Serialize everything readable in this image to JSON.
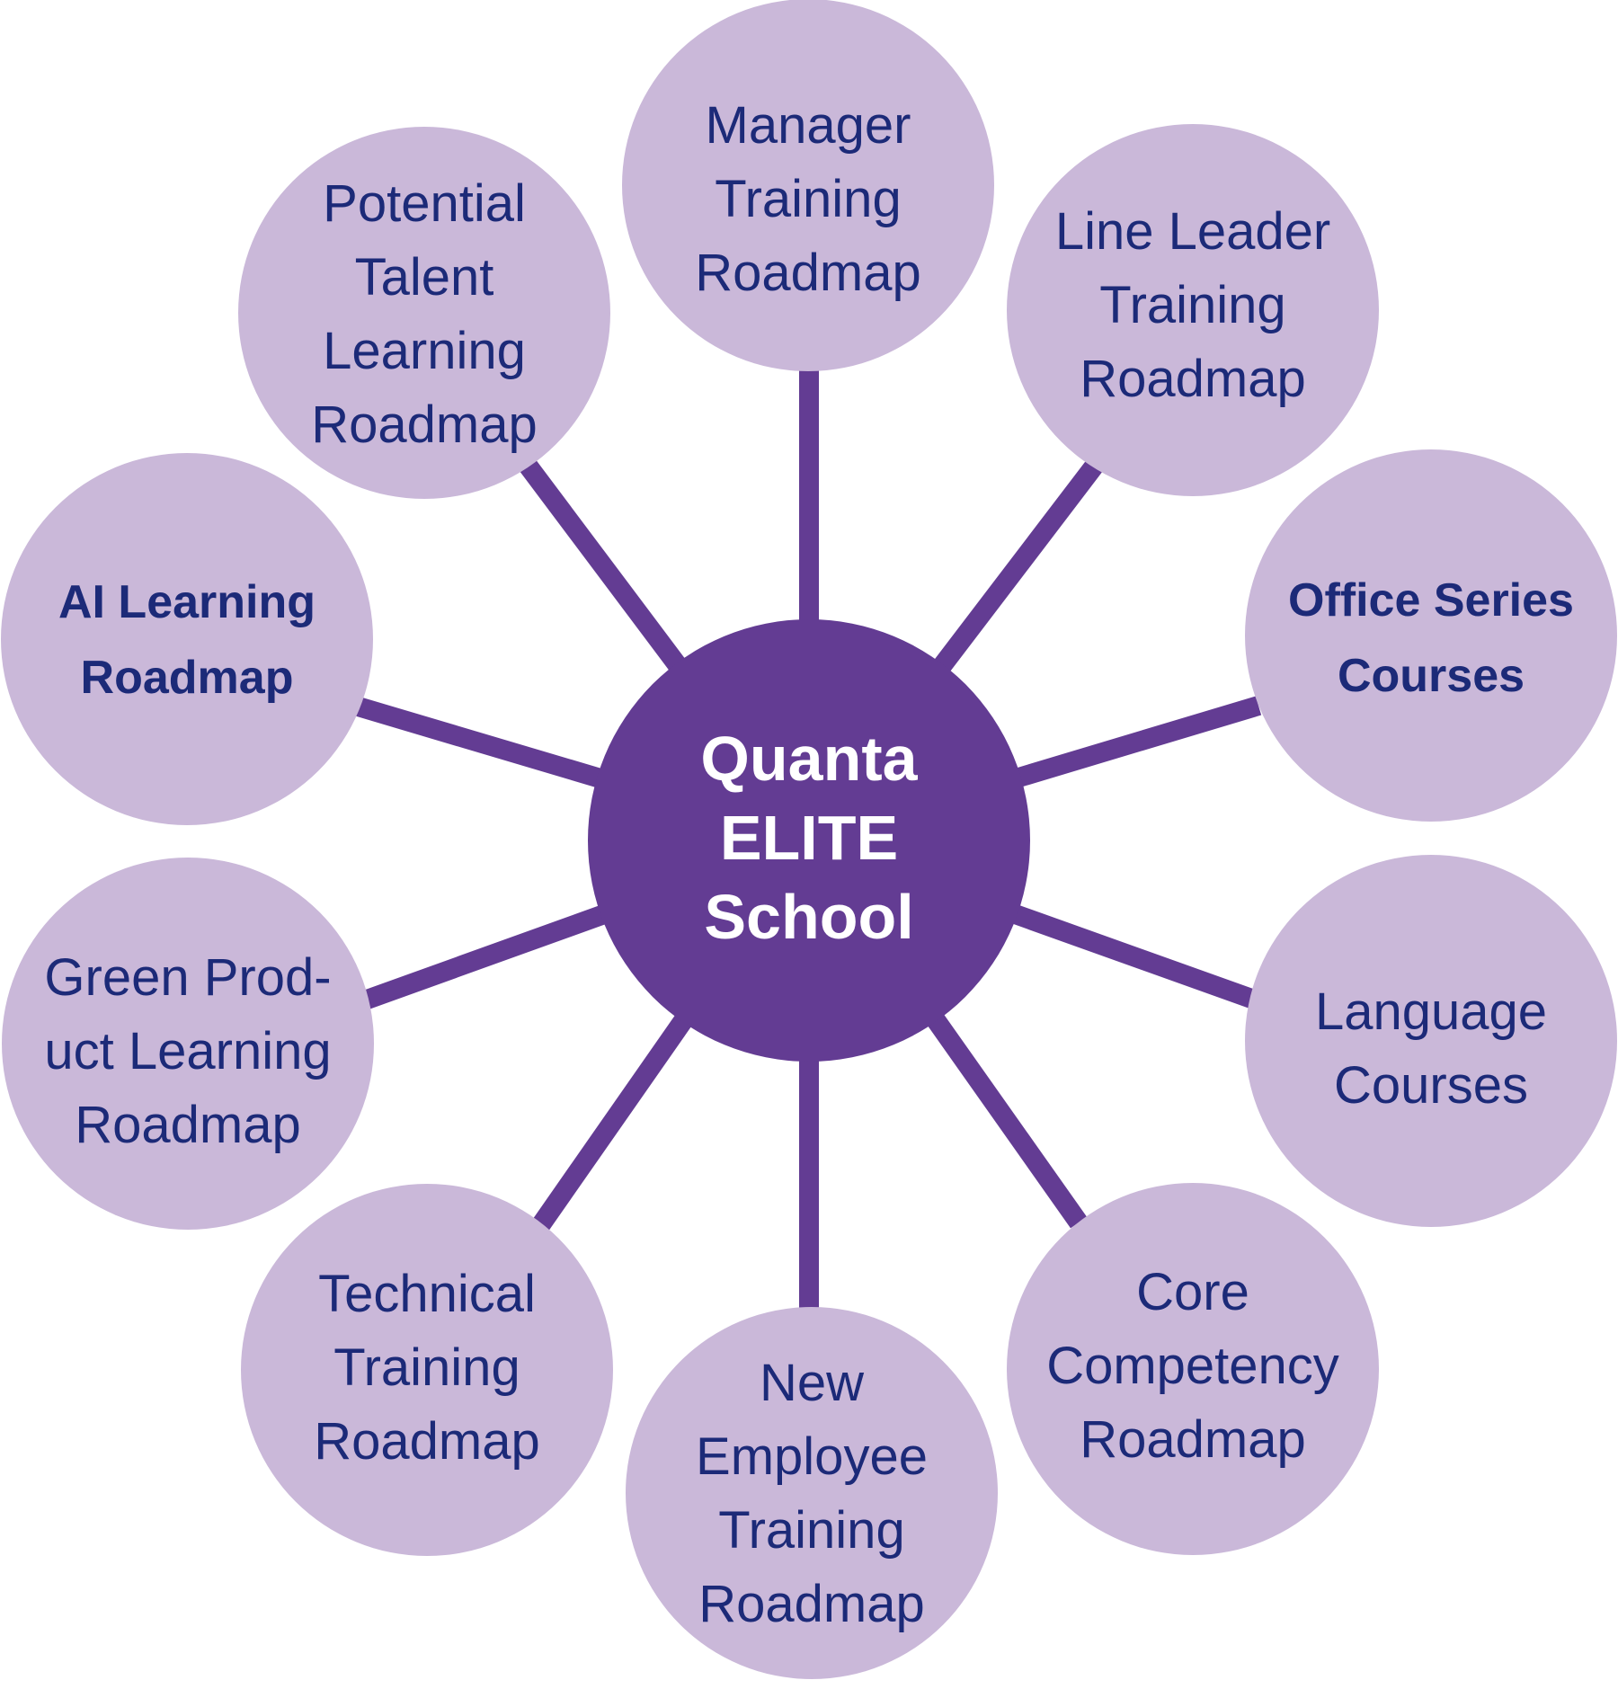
{
  "diagram": {
    "type": "hub-and-spoke",
    "colors": {
      "hub_fill": "#633c93",
      "hub_text": "#ffffff",
      "node_fill": "#cab8d9",
      "node_text": "#1c2a78",
      "spoke": "#633c93"
    },
    "hub": {
      "lines": [
        "Quanta",
        "ELITE",
        "School"
      ]
    },
    "nodes": [
      {
        "id": "manager",
        "lines": [
          "Manager",
          "Training",
          "Roadmap"
        ]
      },
      {
        "id": "line-leader",
        "lines": [
          "Line Leader",
          "Training",
          "Roadmap"
        ]
      },
      {
        "id": "office-series",
        "lines": [
          "Office Series",
          "Courses"
        ]
      },
      {
        "id": "language",
        "lines": [
          "Language",
          "Courses"
        ]
      },
      {
        "id": "core-competency",
        "lines": [
          "Core",
          "Competency",
          "Roadmap"
        ]
      },
      {
        "id": "new-employee",
        "lines": [
          "New",
          "Employee",
          "Training",
          "Roadmap"
        ]
      },
      {
        "id": "technical",
        "lines": [
          "Technical",
          "Training",
          "Roadmap"
        ]
      },
      {
        "id": "green-product",
        "lines": [
          "Green Prod-",
          "uct Learning",
          "Roadmap"
        ]
      },
      {
        "id": "ai-learning",
        "lines": [
          "AI Learning",
          "Roadmap"
        ]
      },
      {
        "id": "potential-talent",
        "lines": [
          "Potential",
          "Talent",
          "Learning",
          "Roadmap"
        ]
      }
    ]
  }
}
